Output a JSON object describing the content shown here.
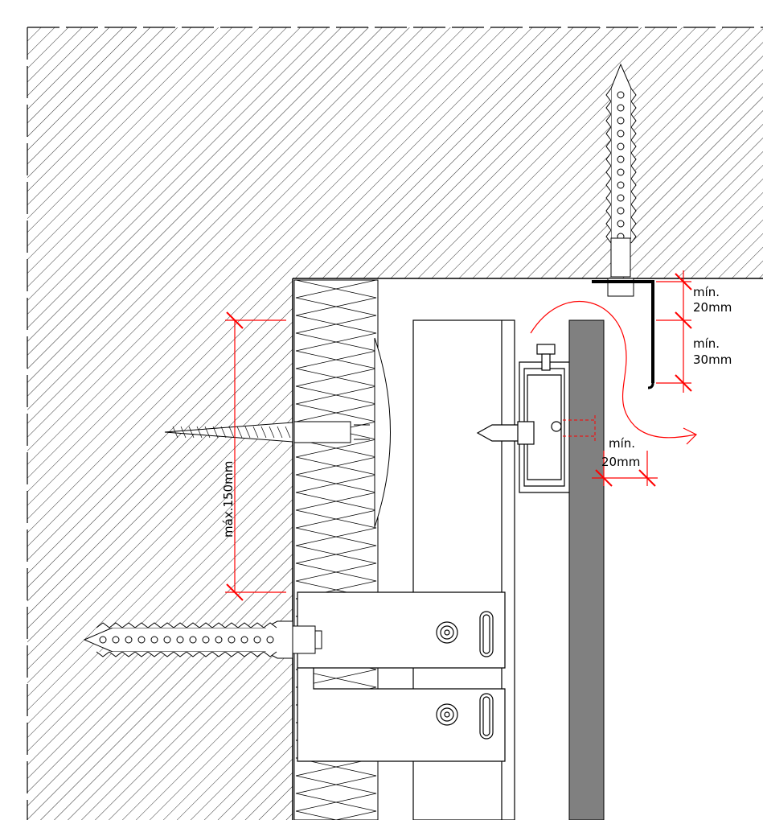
{
  "drawing": {
    "dimensions": {
      "vertical_max": "máx.150mm",
      "top_min_label": "mín.",
      "top_min_value": "20mm",
      "drip_min_label": "mín.",
      "drip_min_value": "30mm",
      "gap_min_label": "mín.",
      "gap_min_value": "20mm"
    },
    "colors": {
      "line": "#000000",
      "dimension": "#ff0000",
      "panel": "#808080",
      "wall_hatch": "#000000",
      "background": "#ffffff"
    }
  }
}
